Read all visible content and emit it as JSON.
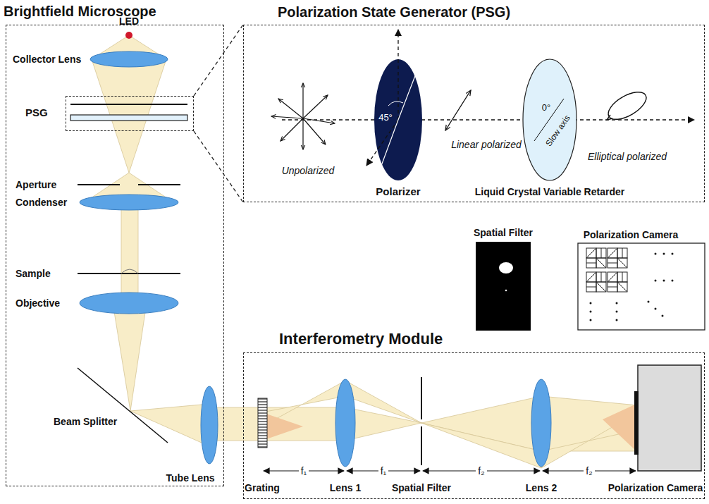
{
  "diagram": {
    "nodes": [
      {
        "text": [
          "Brightfield Microscope"
        ]
      },
      {
        "text": [
          "PSG"
        ],
        "in": 0
      },
      {
        "text": [
          "Polarization State Generator (PSG)"
        ]
      },
      {
        "text": [
          "Interferometry Module"
        ]
      }
    ],
    "edges": [
      {
        "from": 1,
        "to": 2,
        "arrow": "none"
      }
    ],
    "labels": [
      "LED",
      "Collector Lens",
      "Aperture",
      "Condenser",
      "Sample",
      "Objective",
      "Beam Splitter",
      "Tube Lens",
      "Unpolarized",
      "45°",
      "Polarizer",
      "Linear polarized",
      "0°",
      "Slow axis",
      "Liquid Crystal Variable Retarder",
      "Elliptical polarized",
      "Spatial Filter",
      "Polarization Camera",
      "Grating",
      "Lens 1",
      "Spatial Filter",
      "Lens 2",
      "Polarization Camera",
      "f₁",
      "f₁",
      "f₂",
      "f₂"
    ]
  }
}
